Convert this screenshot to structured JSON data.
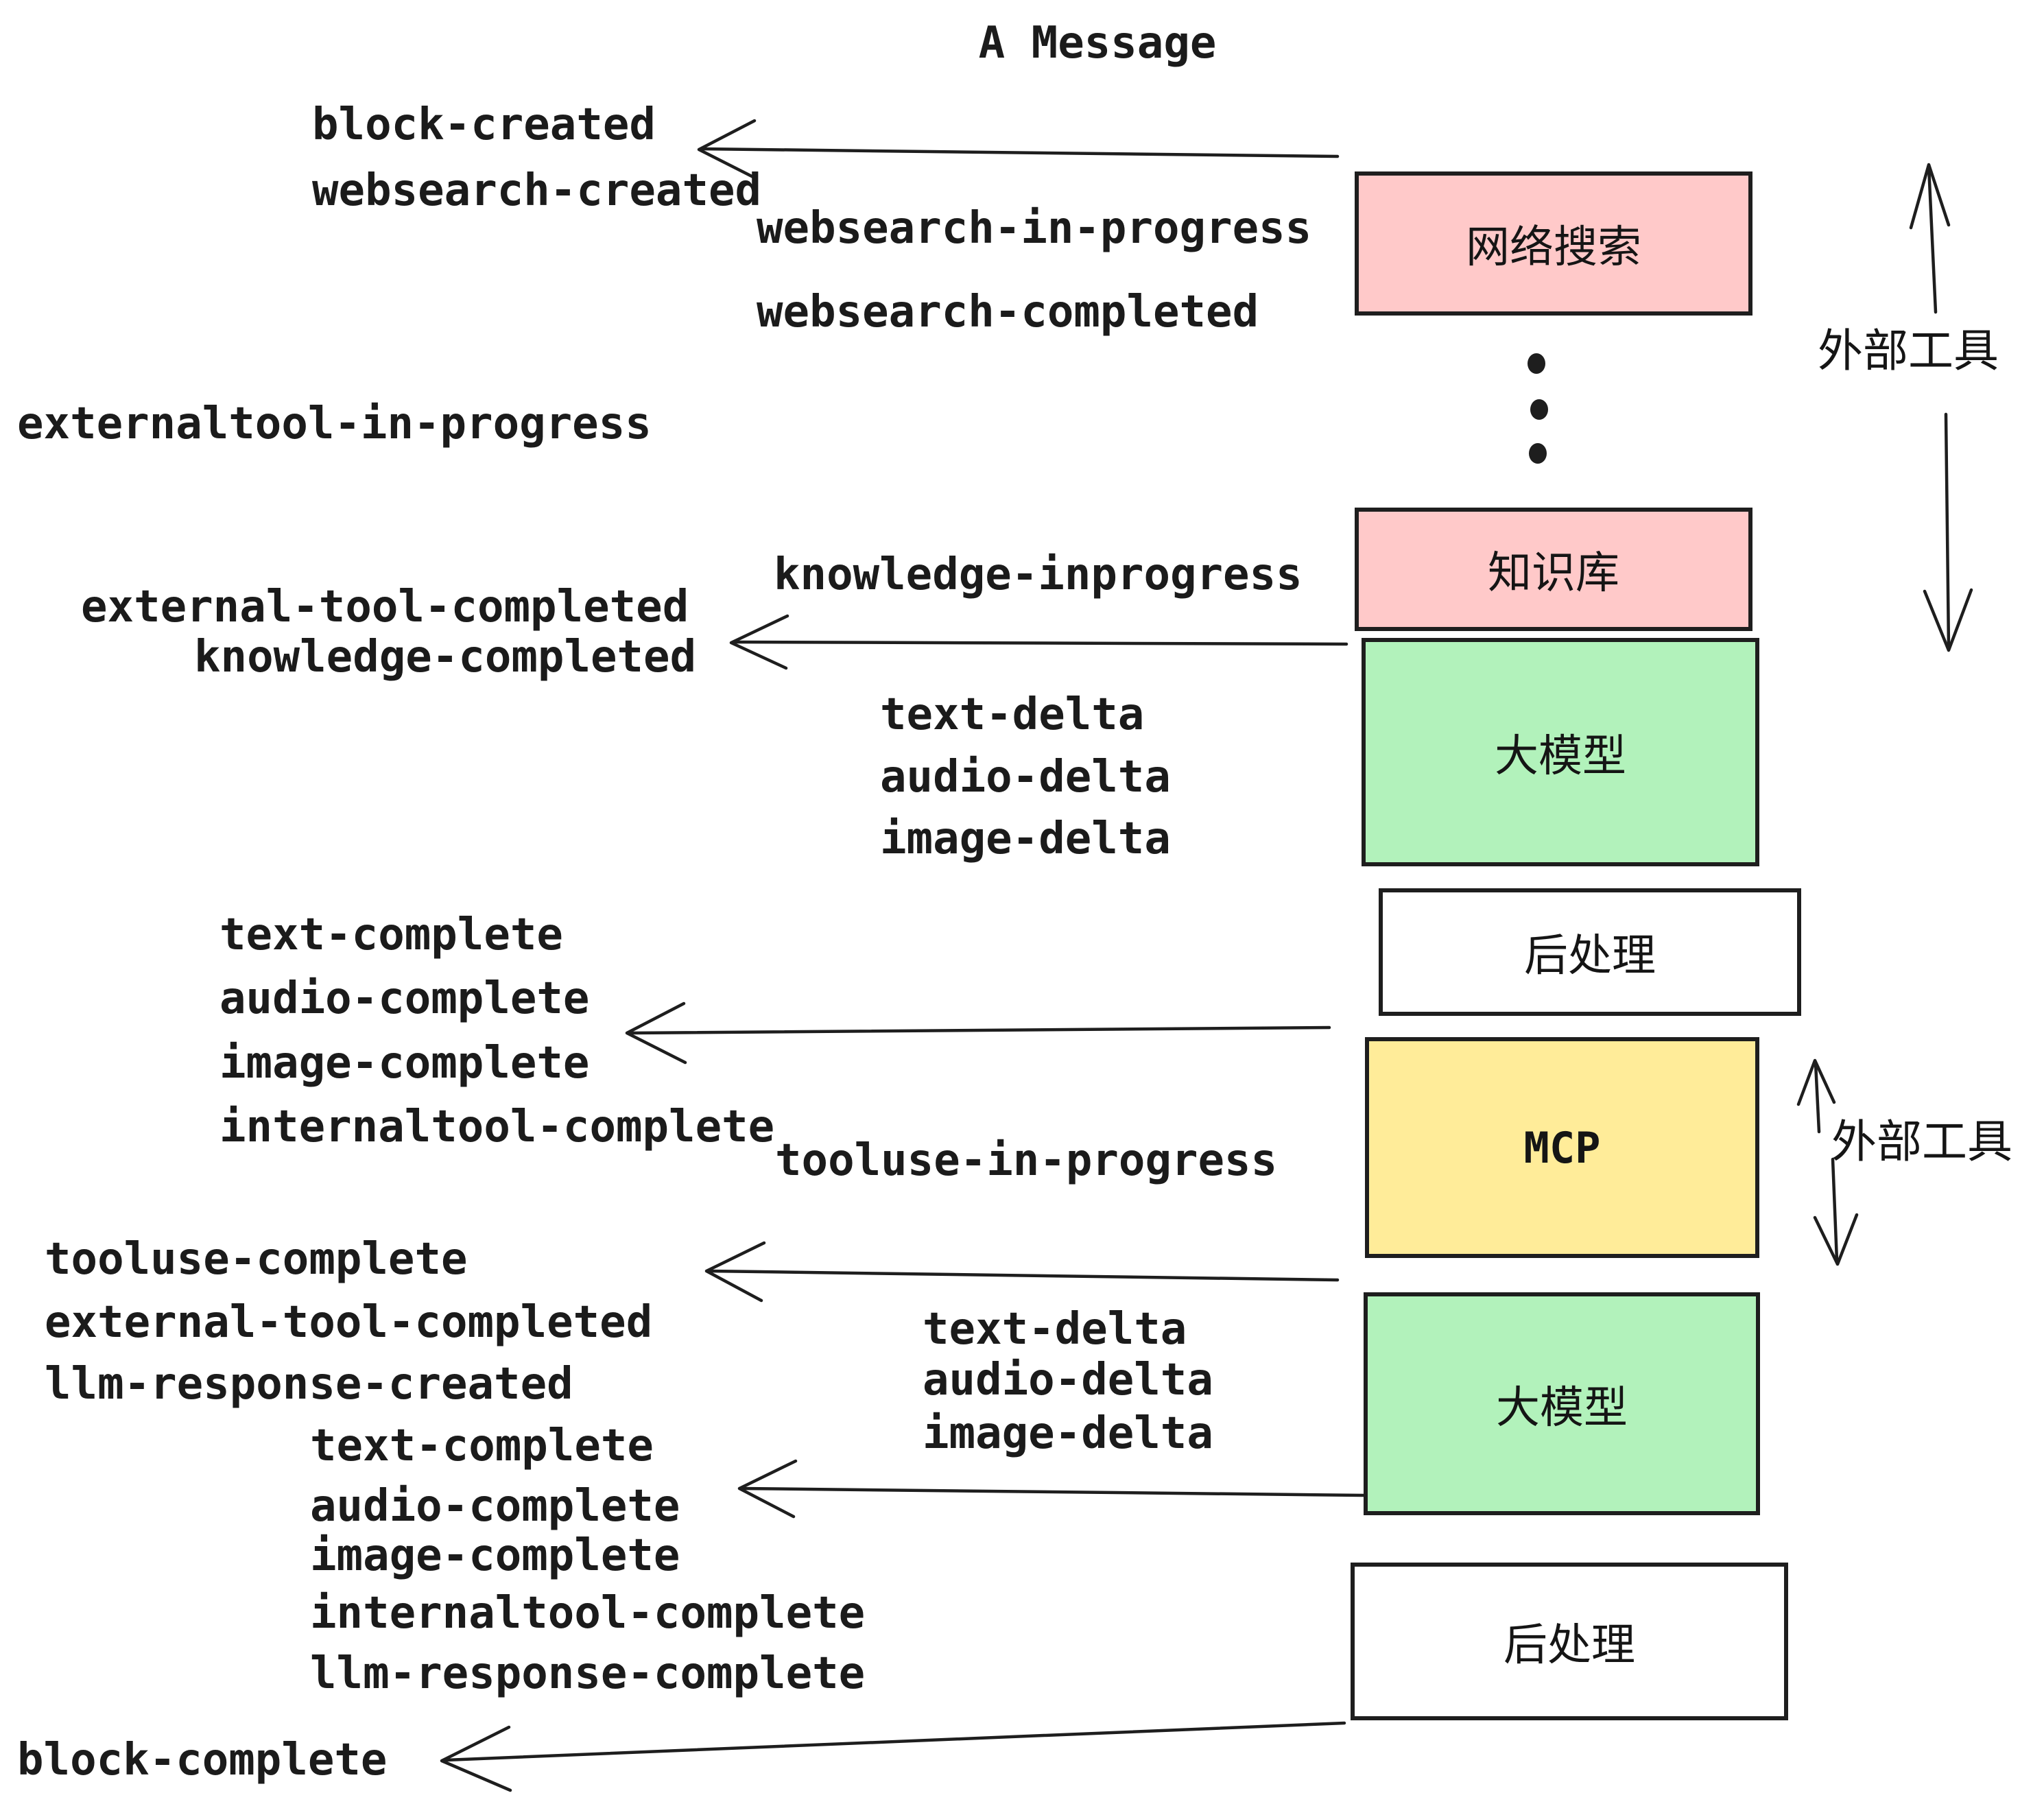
{
  "title": "A Message",
  "colors": {
    "ink": "#1e1e1e",
    "pink": "#ffc9c9",
    "green": "#b2f2bb",
    "yellow": "#ffec99",
    "white": "#ffffff"
  },
  "boxes": [
    {
      "id": "websearch",
      "label": "网络搜索",
      "fill": "#ffc9c9"
    },
    {
      "id": "knowledge",
      "label": "知识库",
      "fill": "#ffc9c9"
    },
    {
      "id": "llm-1",
      "label": "大模型",
      "fill": "#b2f2bb"
    },
    {
      "id": "postprocess-1",
      "label": "后处理",
      "fill": "#ffffff"
    },
    {
      "id": "mcp",
      "label": "MCP",
      "fill": "#ffec99"
    },
    {
      "id": "llm-2",
      "label": "大模型",
      "fill": "#b2f2bb"
    },
    {
      "id": "postprocess-2",
      "label": "后处理",
      "fill": "#ffffff"
    }
  ],
  "side": {
    "external_tools_top": "外部工具",
    "external_tools_bottom": "外部工具"
  },
  "events": {
    "block_created": "block-created",
    "websearch_created": "websearch-created",
    "websearch_in_progress": "websearch-in-progress",
    "websearch_completed": "websearch-completed",
    "externaltool_in_progress": "externaltool-in-progress",
    "knowledge_inprogress": "knowledge-inprogress",
    "external_tool_completed_1": "external-tool-completed",
    "knowledge_completed": "knowledge-completed",
    "text_delta_1": "text-delta",
    "audio_delta_1": "audio-delta",
    "image_delta_1": "image-delta",
    "text_complete_1": "text-complete",
    "audio_complete_1": "audio-complete",
    "image_complete_1": "image-complete",
    "internaltool_complete_1": "internaltool-complete",
    "tooluse_in_progress": "tooluse-in-progress",
    "tooluse_complete": "tooluse-complete",
    "external_tool_completed_2": "external-tool-completed",
    "llm_response_created": "llm-response-created",
    "text_complete_2": "text-complete",
    "text_delta_2": "text-delta",
    "audio_delta_2": "audio-delta",
    "image_delta_2": "image-delta",
    "audio_complete_2": "audio-complete",
    "image_complete_2": "image-complete",
    "internaltool_complete_2": "internaltool-complete",
    "llm_response_complete": "llm-response-complete",
    "block_complete": "block-complete"
  }
}
